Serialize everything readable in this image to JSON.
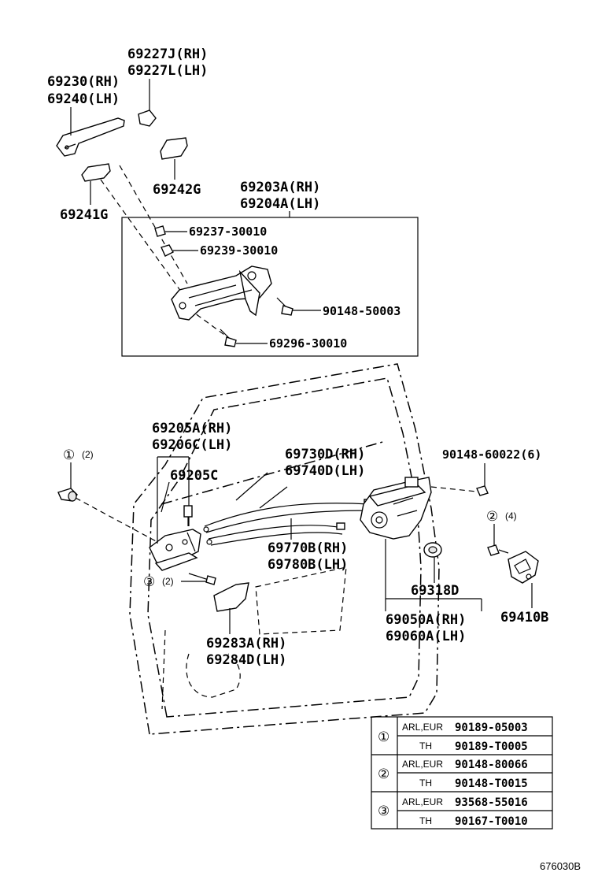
{
  "diagram": {
    "labels": {
      "p69227j": "69227J(RH)",
      "p69227l": "69227L(LH)",
      "p69230": "69230(RH)",
      "p69240": "69240(LH)",
      "p69242g": "69242G",
      "p69241g": "69241G",
      "p69203a": "69203A(RH)",
      "p69204a": "69204A(LH)",
      "p69237": "69237-30010",
      "p69239": "69239-30010",
      "p90148_50003": "90148-50003",
      "p69296": "69296-30010",
      "p69205a": "69205A(RH)",
      "p69206c": "69206C(LH)",
      "p69205c": "69205C",
      "p69730d": "69730D(RH)",
      "p69740d": "69740D(LH)",
      "p90148_60022": "90148-60022(6)",
      "p69770b": "69770B(RH)",
      "p69780b": "69780B(LH)",
      "p69318d": "69318D",
      "p69050a": "69050A(RH)",
      "p69060a": "69060A(LH)",
      "p69410b": "69410B",
      "p69283a": "69283A(RH)",
      "p69284d": "69284D(LH)"
    },
    "callouts": {
      "c1_num": "①",
      "c1_qty": "(2)",
      "c2_num": "②",
      "c2_qty": "(4)",
      "c3_num": "③",
      "c3_qty": "(2)"
    },
    "table": {
      "rows": [
        {
          "ref": "①",
          "variants": [
            {
              "market": "ARL,EUR",
              "part": "90189-05003"
            },
            {
              "market": "TH",
              "part": "90189-T0005"
            }
          ]
        },
        {
          "ref": "②",
          "variants": [
            {
              "market": "ARL,EUR",
              "part": "90148-80066"
            },
            {
              "market": "TH",
              "part": "90148-T0015"
            }
          ]
        },
        {
          "ref": "③",
          "variants": [
            {
              "market": "ARL,EUR",
              "part": "93568-55016"
            },
            {
              "market": "TH",
              "part": "90167-T0010"
            }
          ]
        }
      ]
    },
    "diagram_id": "676030B"
  }
}
